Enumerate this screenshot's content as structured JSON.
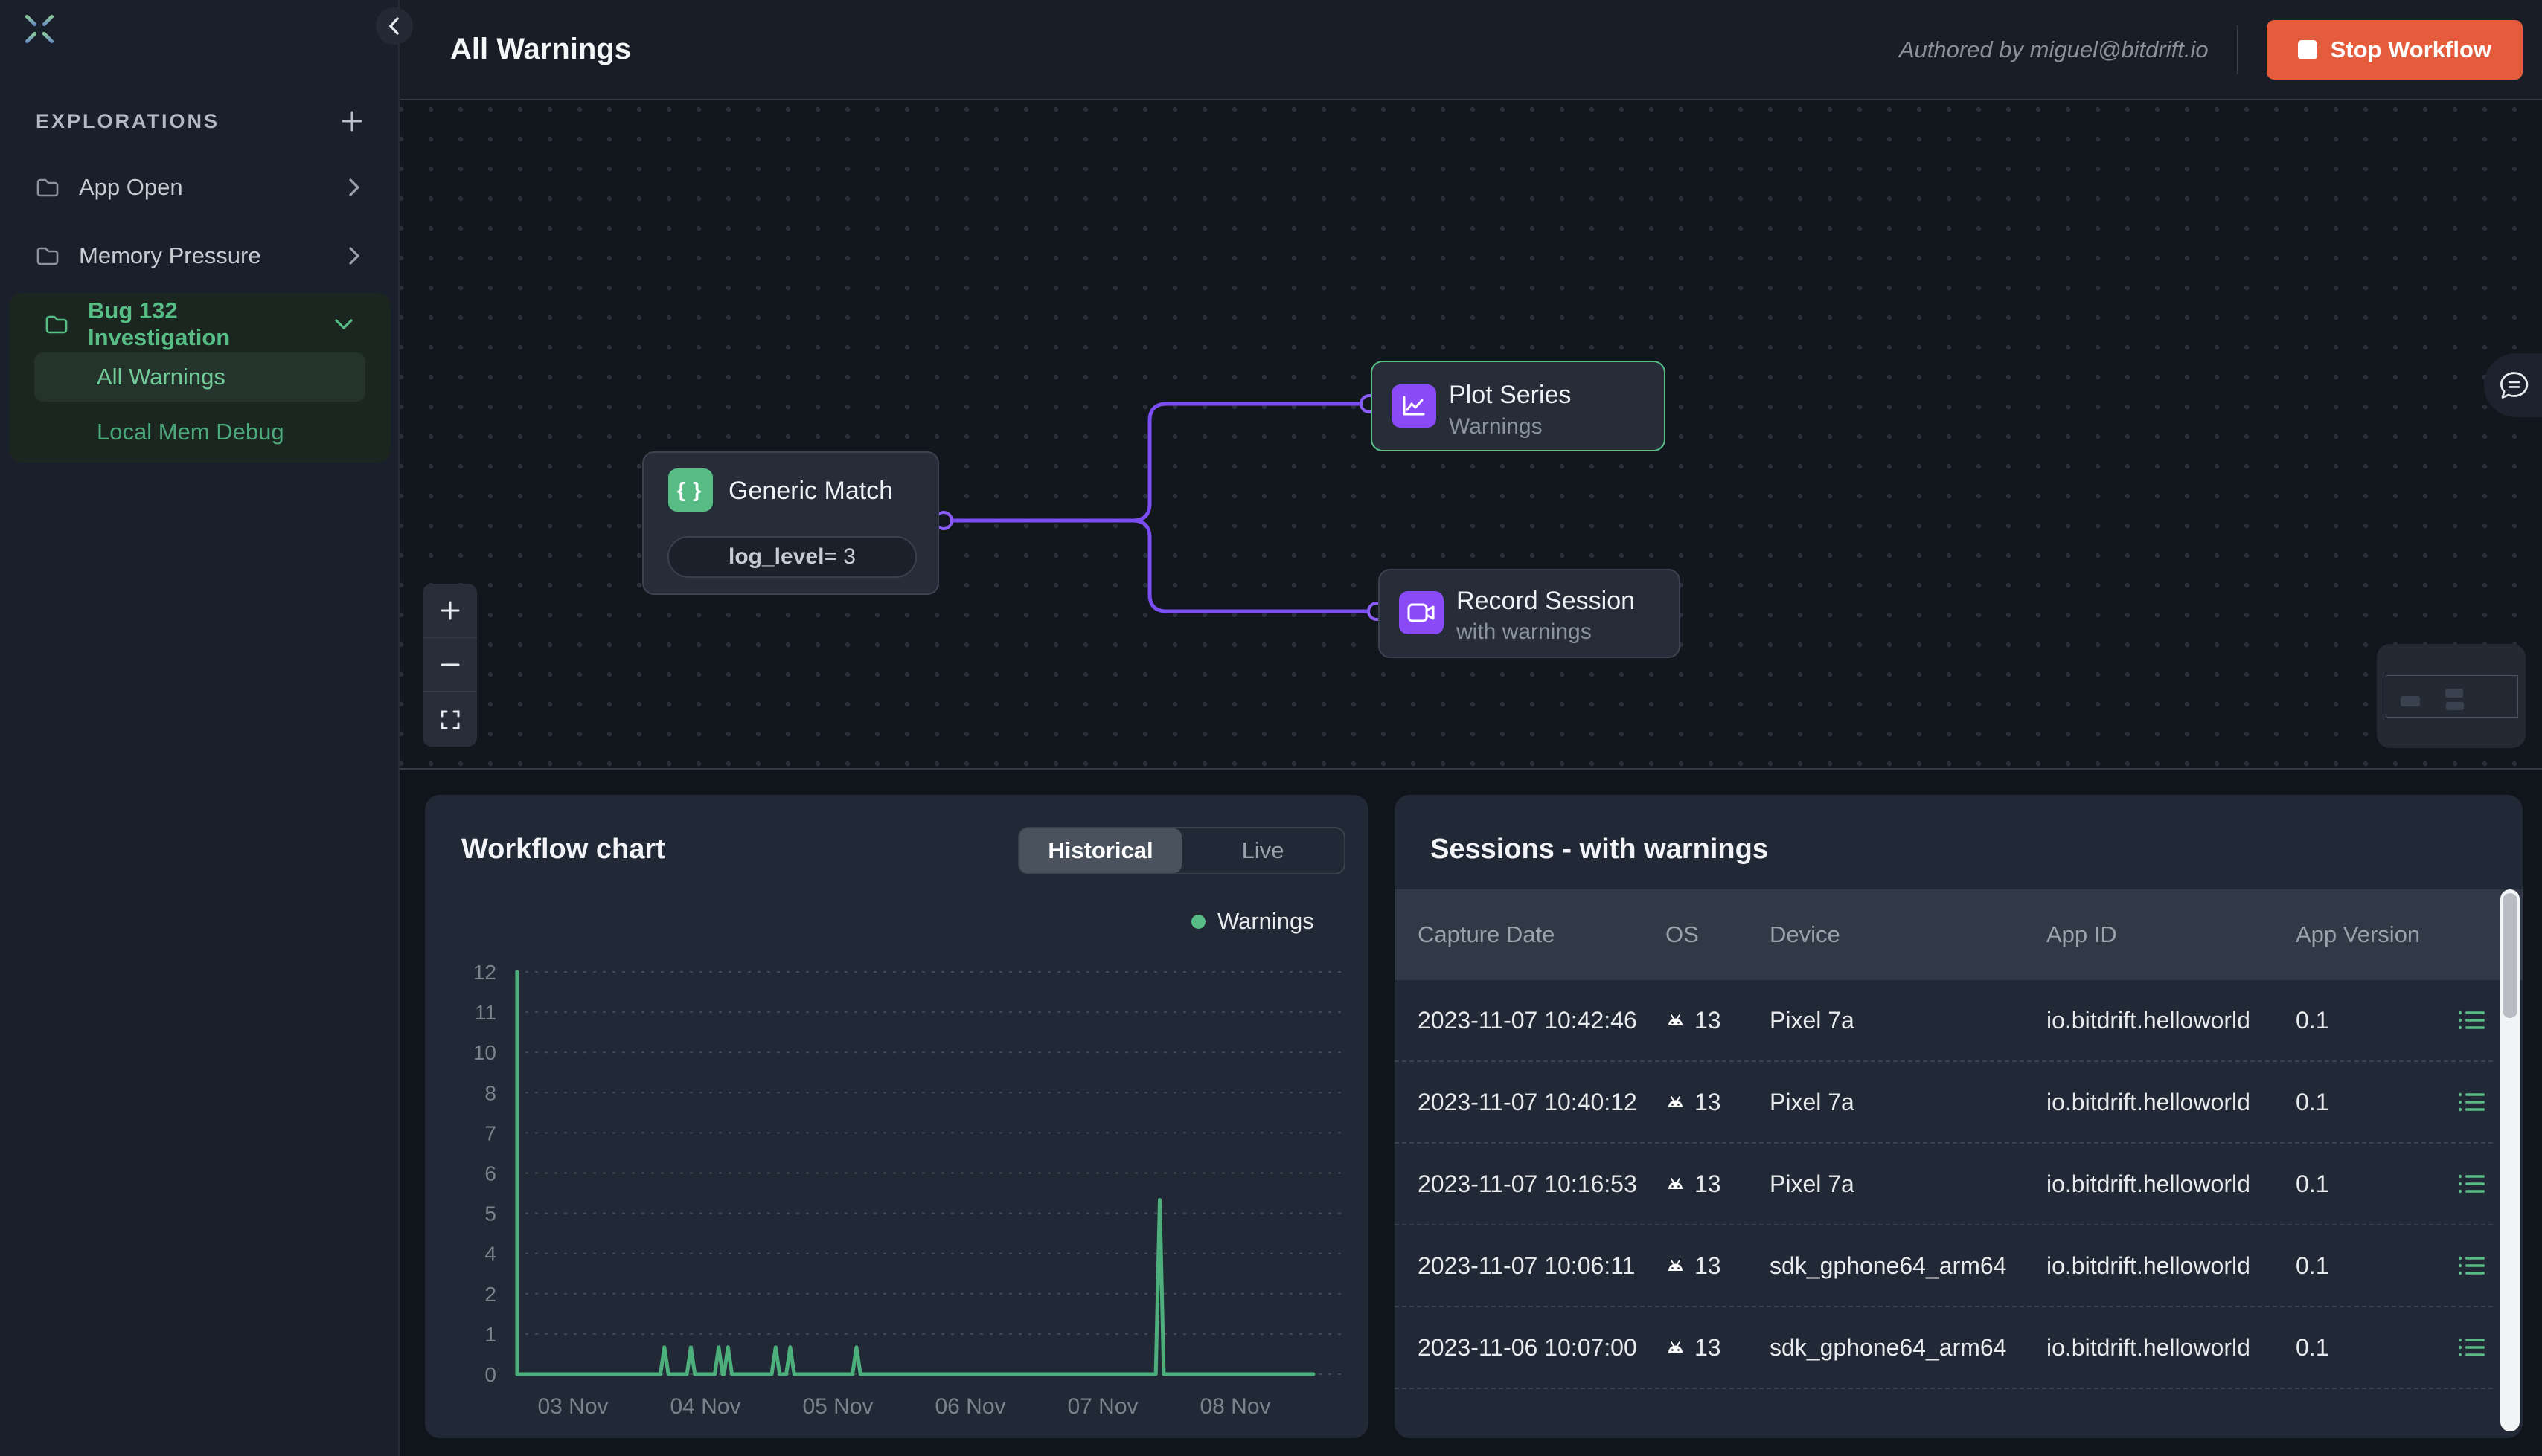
{
  "colors": {
    "accent_green": "#57bd85",
    "accent_purple": "#8b4af7",
    "edge_purple": "#7b4ef3",
    "stop_orange": "#e45c3c",
    "chart_line_green": "#4db07c"
  },
  "sidebar": {
    "section_label": "EXPLORATIONS",
    "items": [
      {
        "label": "App Open"
      },
      {
        "label": "Memory Pressure"
      },
      {
        "label": "Bug 132 Investigation",
        "children": [
          "All Warnings",
          "Local Mem Debug"
        ],
        "active_child": "All Warnings"
      }
    ]
  },
  "topbar": {
    "title": "All Warnings",
    "authored_by": "Authored by miguel@bitdrift.io",
    "stop_label": "Stop Workflow"
  },
  "canvas": {
    "nodes": [
      {
        "title": "Generic Match",
        "condition_key": "log_level",
        "condition_rest": " = 3"
      },
      {
        "title": "Plot Series",
        "subtitle": "Warnings"
      },
      {
        "title": "Record Session",
        "subtitle": "with warnings"
      }
    ]
  },
  "chart_panel": {
    "title": "Workflow chart",
    "tabs": [
      "Historical",
      "Live"
    ],
    "active_tab": "Historical",
    "legend": "Warnings"
  },
  "chart_data": {
    "type": "line",
    "title": "Workflow chart",
    "ylim": [
      0,
      12
    ],
    "ytick_labels": [
      "12",
      "11",
      "10",
      "8",
      "7",
      "6",
      "5",
      "4",
      "2",
      "1",
      "0"
    ],
    "x_labels": [
      "03 Nov",
      "04 Nov",
      "05 Nov",
      "06 Nov",
      "07 Nov",
      "08 Nov"
    ],
    "x_label_days": [
      3,
      4,
      5,
      6,
      7,
      8
    ],
    "grid": "dashed",
    "legend_position": "top-right",
    "series": [
      {
        "name": "Warnings",
        "points": [
          [
            2.578,
            12
          ],
          [
            2.578,
            0
          ],
          [
            3.66,
            0
          ],
          [
            3.69,
            0.8
          ],
          [
            3.72,
            0
          ],
          [
            3.86,
            0
          ],
          [
            3.89,
            0.8
          ],
          [
            3.92,
            0
          ],
          [
            4.07,
            0
          ],
          [
            4.1,
            0.8
          ],
          [
            4.13,
            0
          ],
          [
            4.14,
            0
          ],
          [
            4.17,
            0.8
          ],
          [
            4.2,
            0
          ],
          [
            4.5,
            0
          ],
          [
            4.53,
            0.8
          ],
          [
            4.56,
            0
          ],
          [
            4.61,
            0
          ],
          [
            4.64,
            0.8
          ],
          [
            4.67,
            0
          ],
          [
            5.11,
            0
          ],
          [
            5.14,
            0.8
          ],
          [
            5.17,
            0
          ],
          [
            7.4,
            0
          ],
          [
            7.43,
            5.2
          ],
          [
            7.46,
            0
          ],
          [
            8.59,
            0
          ]
        ]
      }
    ]
  },
  "sessions_panel": {
    "title": "Sessions - with warnings",
    "columns": [
      "Capture Date",
      "OS",
      "Device",
      "App ID",
      "App Version"
    ],
    "rows": [
      [
        "2023-11-07 10:42:46",
        "13",
        "Pixel 7a",
        "io.bitdrift.helloworld",
        "0.1"
      ],
      [
        "2023-11-07 10:40:12",
        "13",
        "Pixel 7a",
        "io.bitdrift.helloworld",
        "0.1"
      ],
      [
        "2023-11-07 10:16:53",
        "13",
        "Pixel 7a",
        "io.bitdrift.helloworld",
        "0.1"
      ],
      [
        "2023-11-07 10:06:11",
        "13",
        "sdk_gphone64_arm64",
        "io.bitdrift.helloworld",
        "0.1"
      ],
      [
        "2023-11-06 10:07:00",
        "13",
        "sdk_gphone64_arm64",
        "io.bitdrift.helloworld",
        "0.1"
      ]
    ]
  }
}
